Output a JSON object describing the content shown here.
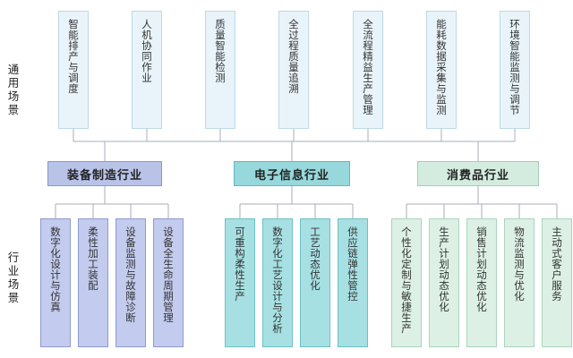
{
  "general_label": "通用场景",
  "industry_label": "行业场景",
  "general_scenarios": [
    "智能排产与调度",
    "人机协同作业",
    "质量智能检测",
    "全过程质量追溯",
    "全流程精益生产管理",
    "能耗数据采集与监测",
    "环境智能监测与调节"
  ],
  "industries": [
    {
      "name": "装备制造行业",
      "color": "#b9c3e8",
      "border": "#8a98cf",
      "app_color": "#c3cbee",
      "app_border": "#8f9ad2",
      "apps": [
        "数字化设计与仿真",
        "柔性加工装配",
        "设备监测与故障诊断",
        "设备全生命周期管理"
      ]
    },
    {
      "name": "电子信息行业",
      "color": "#96d8dc",
      "border": "#5fb9c0",
      "app_color": "#a7e0e3",
      "app_border": "#6cc0c6",
      "apps": [
        "可重构柔性生产",
        "数字化工艺设计与分析",
        "工艺动态优化",
        "供应链弹性管控"
      ]
    },
    {
      "name": "消费品行业",
      "color": "#d3ecdf",
      "border": "#9fcfb6",
      "app_color": "#dcf0e5",
      "app_border": "#a9d5bd",
      "apps": [
        "个性化定制与敏捷生产",
        "生产计划动态优化",
        "销售计划动态优化",
        "物流监测与优化",
        "主动式客户服务"
      ]
    }
  ],
  "colors": {
    "scenario_fill": "#e9f4fa",
    "scenario_border": "#bcd9e6",
    "connector": "#a8aeb8"
  }
}
